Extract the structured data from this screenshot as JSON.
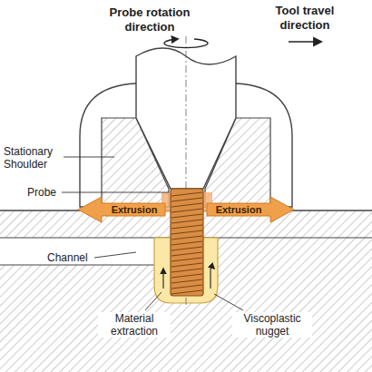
{
  "diagram": {
    "labels": [
      "Probe rotation direction",
      "Tool travel direction",
      "Stationary Shoulder",
      "Probe",
      "Extrusion",
      "Extrusion",
      "Channel",
      "Material extraction",
      "Viscoplastic nugget"
    ]
  }
}
